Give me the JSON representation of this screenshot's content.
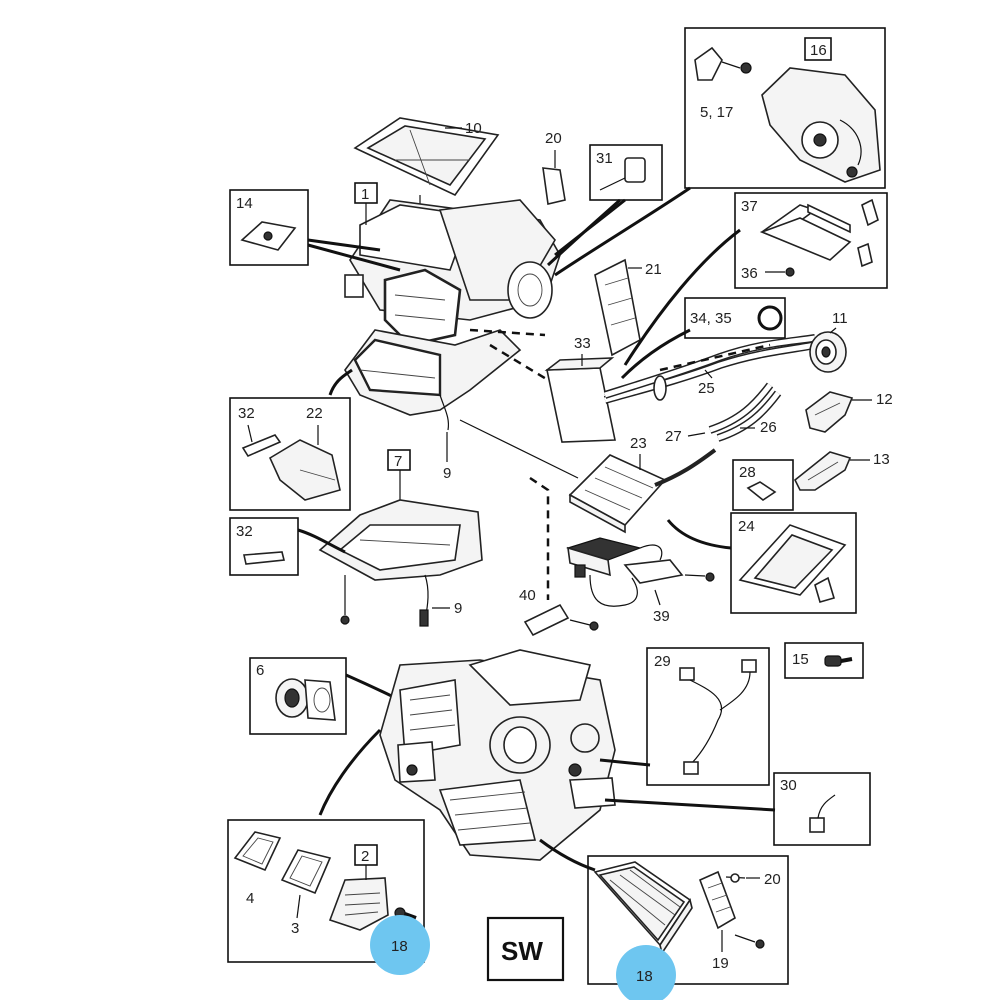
{
  "labels": {
    "p1": "1",
    "p2": "2",
    "p3": "3",
    "p4": "4",
    "p5_17": "5, 17",
    "p6": "6",
    "p7": "7",
    "p9a": "9",
    "p9b": "9",
    "p10": "10",
    "p11": "11",
    "p12": "12",
    "p13": "13",
    "p14": "14",
    "p15": "15",
    "p16": "16",
    "p18a": "18",
    "p18b": "18",
    "p19": "19",
    "p20a": "20",
    "p20b": "20",
    "p21": "21",
    "p22": "22",
    "p23": "23",
    "p24": "24",
    "p25": "25",
    "p26": "26",
    "p27": "27",
    "p28": "28",
    "p29": "29",
    "p30": "30",
    "p31": "31",
    "p32a": "32",
    "p32b": "32",
    "p33": "33",
    "p34_35": "34, 35",
    "p36": "36",
    "p37": "37",
    "p39": "39",
    "p40": "40"
  },
  "variant_badge": "SW",
  "highlight_color": "#6ec6f0"
}
